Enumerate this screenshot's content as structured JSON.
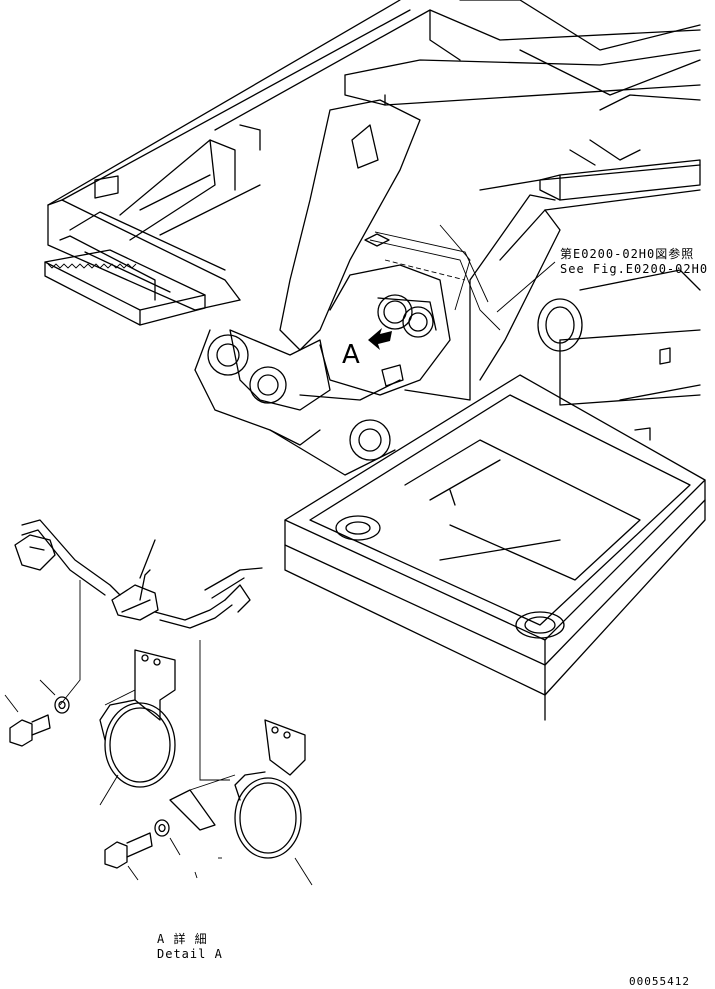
{
  "callout": {
    "ref_jp": "第E0200-02H0図参照",
    "ref_en": "See Fig.E0200-02H0"
  },
  "view_letter": "A",
  "detail": {
    "title_jp": "A 詳 細",
    "title_en": "Detail A"
  },
  "drawing_number": "00055412"
}
